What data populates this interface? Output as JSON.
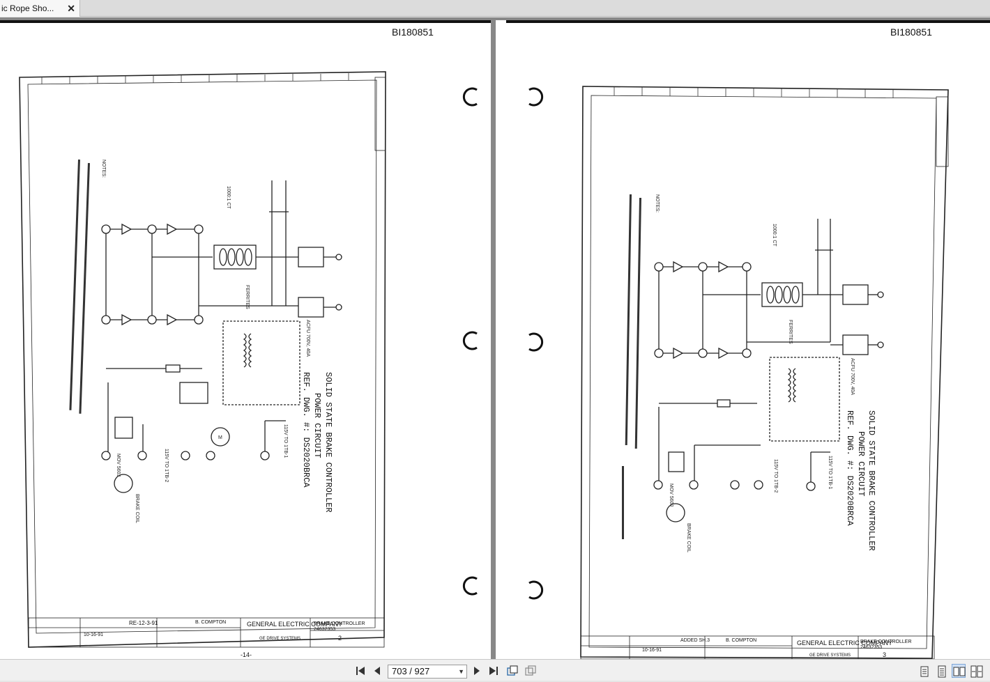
{
  "tab": {
    "title": "ic Rope Sho...",
    "close_label": "✕"
  },
  "pages": [
    {
      "doc_id": "BI180851",
      "title_lines": [
        "SOLID STATE BRAKE CONTROLLER",
        "POWER CIRCUIT"
      ],
      "ref_dwg": "REF. DWG. #: DS2020BRCA",
      "company": "GENERAL ELECTRIC COMPANY",
      "dept": "GE DRIVE SYSTEMS",
      "block_title": "BRAKE CONTROLLER",
      "block_number": "24632353",
      "sheet": "2",
      "page_footer": "-14-",
      "date": "10-16-91",
      "revision": "RE-12-3-91",
      "engineer": "B. COMPTON",
      "labels": {
        "ferrites": "FERRITES",
        "acfu": "ACFU 700V, 40A",
        "mov": "MOV 560J",
        "brake_coil": "BRAKE COIL",
        "motor": "M",
        "v115": "115V TO 1TB-1",
        "v115b": "115V TO 1TB-2",
        "ct": "1000:1 CT",
        "notes": "NOTES:"
      }
    },
    {
      "doc_id": "BI180851",
      "title_lines": [
        "SOLID STATE BRAKE CONTROLLER",
        "POWER CIRCUIT"
      ],
      "ref_dwg": "REF. DWG. #: DS2020BRCA",
      "company": "GENERAL ELECTRIC COMPANY",
      "dept": "GE DRIVE SYSTEMS",
      "block_title": "BRAKE CONTROLLER",
      "block_number": "24632353",
      "sheet": "3",
      "date": "10-16-91",
      "revision": "ADDED SH.3",
      "engineer": "B. COMPTON",
      "labels": {
        "ferrites": "FERRITES",
        "acfu": "ACFU 700V, 40A",
        "mov": "MOV 560J",
        "brake_coil": "BRAKE COIL",
        "motor": "M",
        "v115": "115V TO 1TB-1",
        "v115b": "115V TO 1TB-2",
        "ct": "1000:1 CT",
        "notes": "NOTES:"
      }
    }
  ],
  "nav": {
    "page_indicator": "703 / 927",
    "icons": [
      "first-page-icon",
      "prev-page-icon",
      "next-page-icon",
      "last-page-icon",
      "copy-icon",
      "export-icon"
    ],
    "view_modes": [
      "single-page-icon",
      "continuous-icon",
      "facing-icon",
      "facing-continuous-icon"
    ]
  }
}
